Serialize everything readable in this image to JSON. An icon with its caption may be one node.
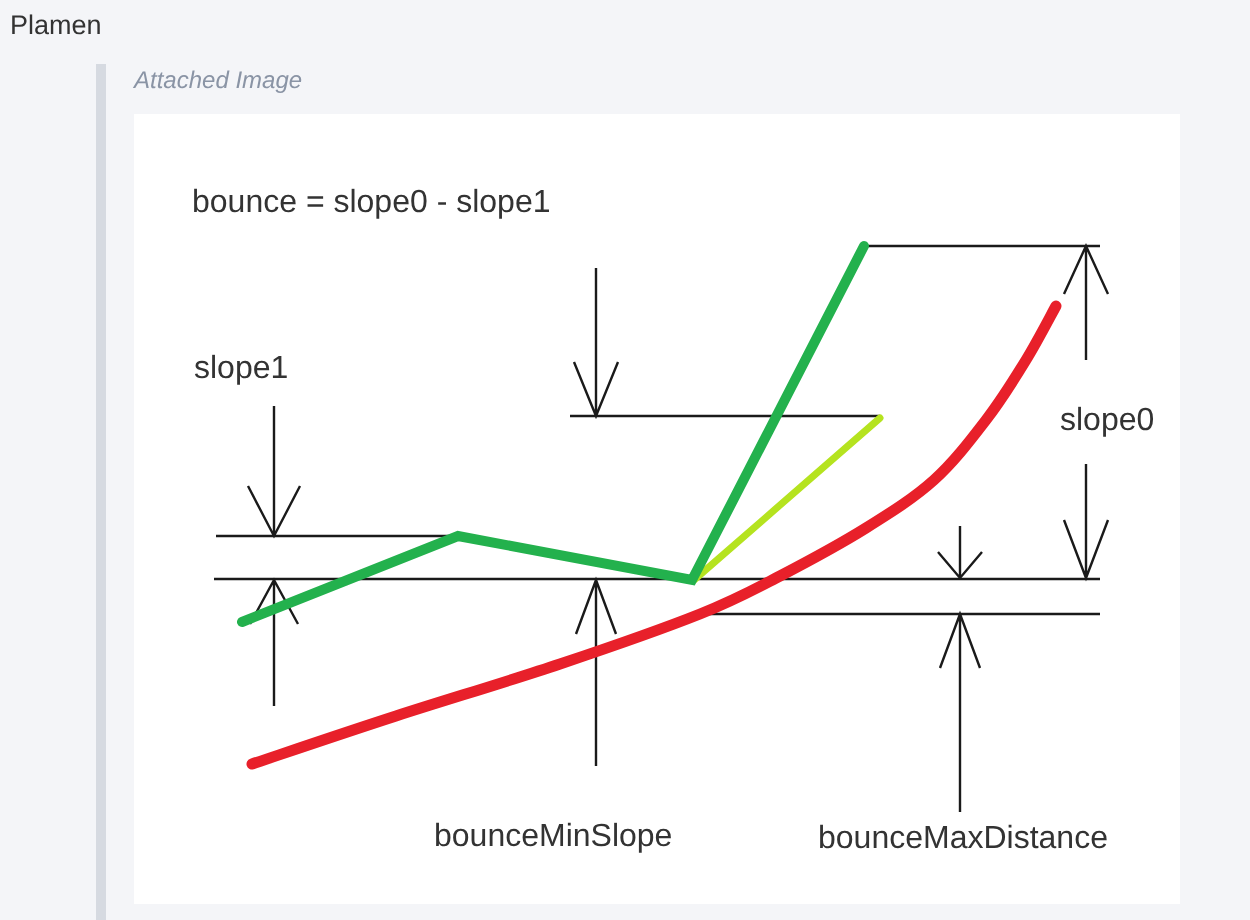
{
  "diagram": {
    "labels": [
      "Plamen",
      "Attached Image",
      "bounce = slope0 - slope1",
      "slope1",
      "slope0",
      "bounceMinSlope",
      "bounceMaxDistance"
    ]
  }
}
